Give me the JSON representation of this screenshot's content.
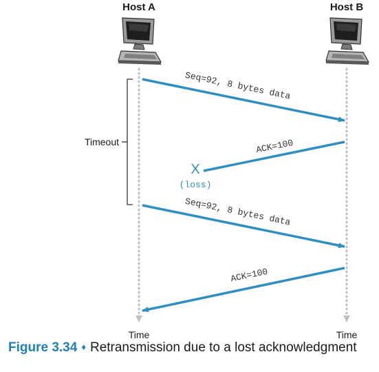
{
  "colors": {
    "arrow": "#2f8fbf",
    "timeline": "#c0c0c0",
    "figure_accent": "#1f7fb8",
    "text": "#1a1a1a"
  },
  "hosts": {
    "a_label": "Host A",
    "b_label": "Host B",
    "icon": "desktop-computer-icon"
  },
  "timeout_label": "Timeout",
  "messages": [
    {
      "label": "Seq=92, 8 bytes data",
      "from": "Host A",
      "to": "Host B"
    },
    {
      "label": "ACK=100",
      "from": "Host B",
      "to": "Host A",
      "lost": true
    },
    {
      "label": "Seq=92, 8 bytes data",
      "from": "Host A",
      "to": "Host B"
    },
    {
      "label": "ACK=100",
      "from": "Host B",
      "to": "Host A"
    }
  ],
  "loss": {
    "mark": "X",
    "label": "(loss)"
  },
  "time_labels": {
    "a": "Time",
    "b": "Time"
  },
  "caption": {
    "number": "Figure 3.34",
    "separator": "♦",
    "text": "Retransmission due to a lost acknowledgment"
  }
}
